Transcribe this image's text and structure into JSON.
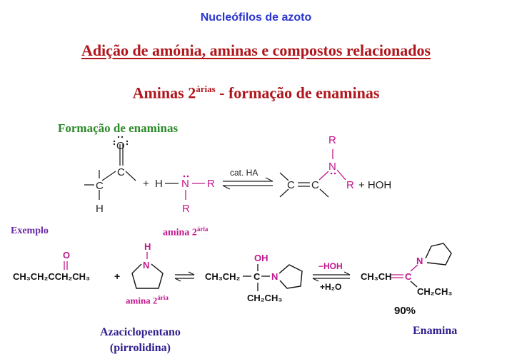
{
  "header": {
    "title": "Nucleófilos de azoto",
    "subtitle": "Adição de amónia, aminas e compostos relacionados",
    "heading_main": "Aminas 2",
    "heading_sup": "árias",
    "heading_rest": " - formação de enaminas"
  },
  "section": {
    "label": "Formação de enaminas",
    "example_label": "Exemplo",
    "amine_label": "amina 2",
    "amine_sup": "ária"
  },
  "general_reaction": {
    "catalyst": "cat. HA",
    "byproduct": "+ HOH",
    "plus": "+",
    "hydrogen": "H",
    "nitrogen": "N",
    "carbon": "C",
    "oxygen": "O",
    "r_group": "R"
  },
  "example_reaction": {
    "ketone": "CH₃CH₂CCH₂CH₃",
    "ketone_o": "O",
    "plus": "+",
    "amine_h": "H",
    "amine_n": "N",
    "intermediate_left": "CH₃CH₂",
    "intermediate_c": "C",
    "intermediate_oh": "OH",
    "intermediate_ethyl": "CH₂CH₃",
    "elimination_top": "−HOH",
    "elimination_bottom": "+H₂O",
    "enamine_left": "CH₃CH",
    "enamine_c": "C",
    "enamine_ethyl": "CH₂CH₃",
    "enamine_n": "N",
    "yield": "90%"
  },
  "names": {
    "pyrrolidine_line1": "Azaciclopentano",
    "pyrrolidine_line2": "(pirrolidina)",
    "enamine": "Enamina"
  },
  "colors": {
    "title": "#2a35d0",
    "subtitle": "#b0151b",
    "section": "#2d8a2a",
    "magenta": "#c0178c",
    "names": "#2f1f8c"
  }
}
